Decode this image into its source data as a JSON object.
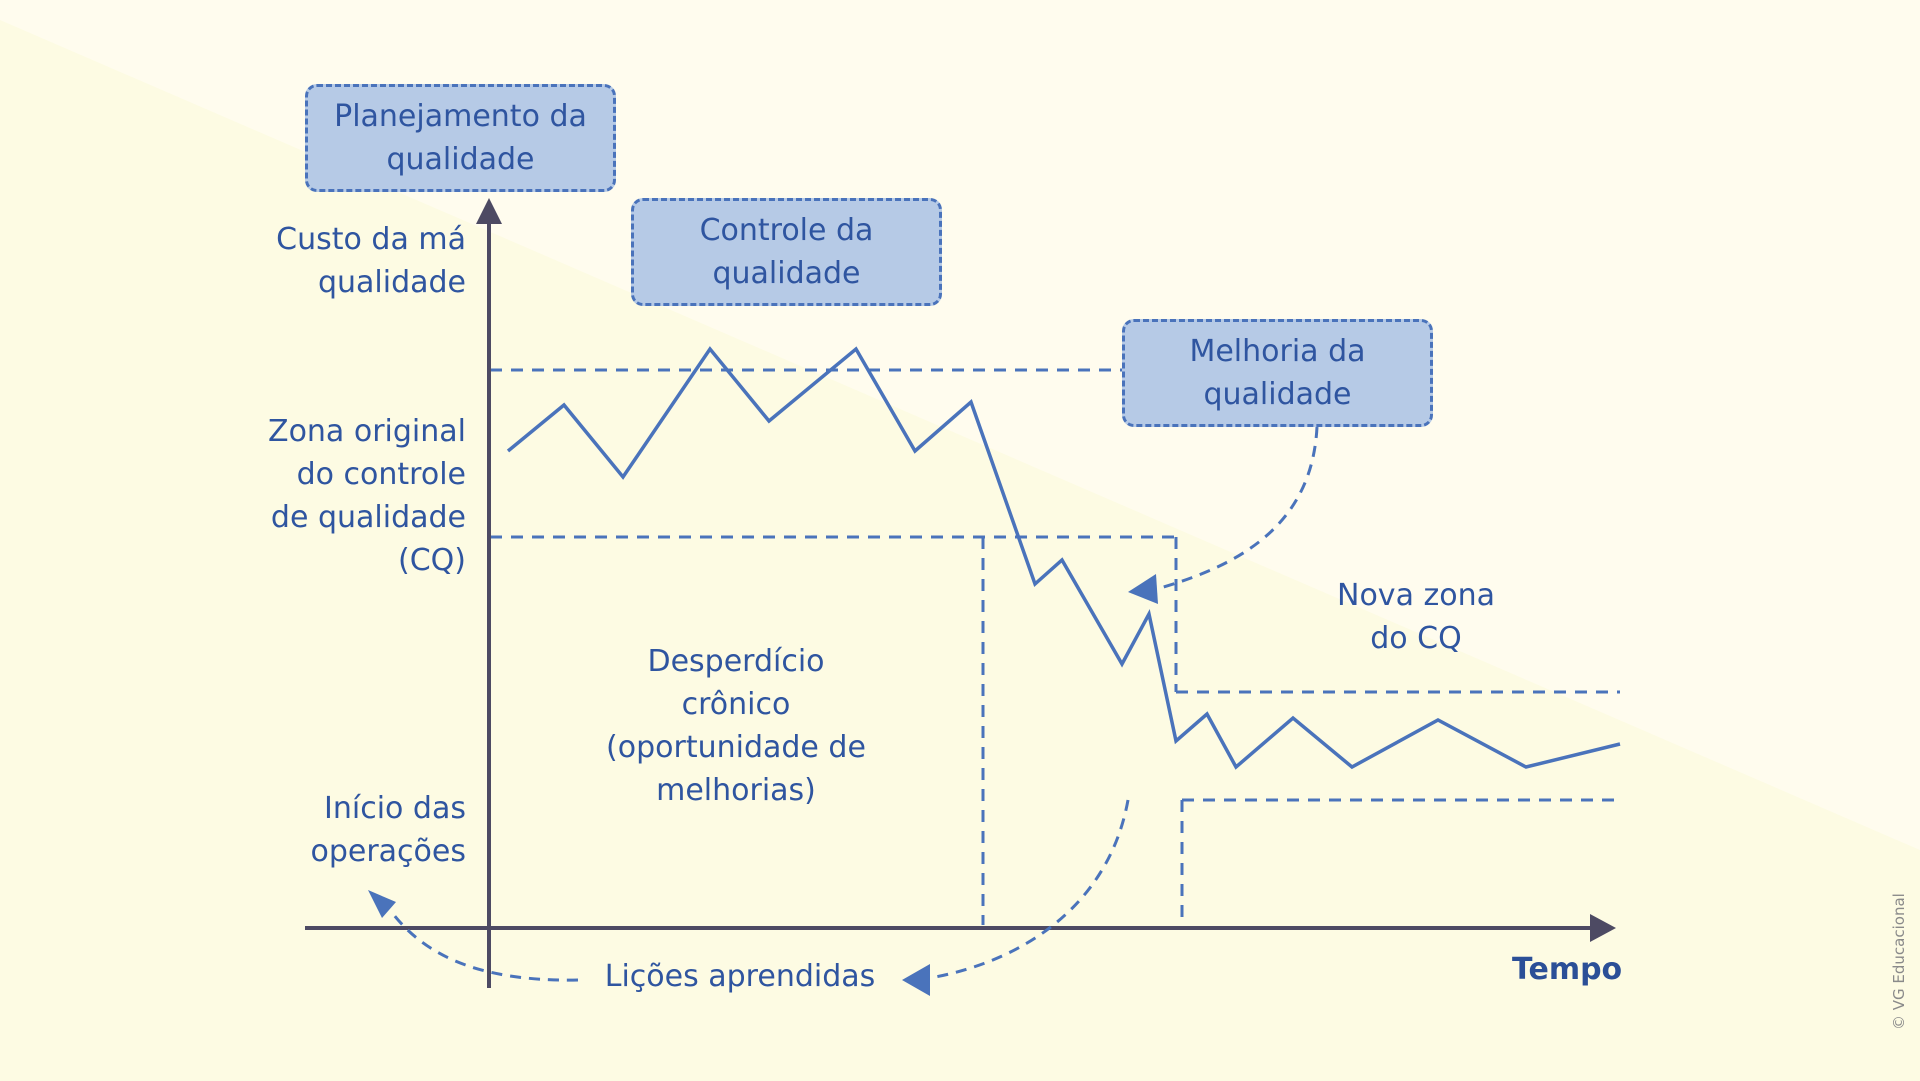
{
  "colors": {
    "background": "#fdfbe3",
    "background_light": "#fffdf0",
    "line": "#4a73bb",
    "axis": "#4d4a63",
    "box_fill": "#b6cae6",
    "text": "#2f55a0"
  },
  "boxes": {
    "planning": "Planejamento da\nqualidade",
    "control": "Controle da\nqualidade",
    "improvement": "Melhoria da\nqualidade"
  },
  "labels": {
    "y_axis": "Custo da má\nqualidade",
    "original_zone": "Zona original\ndo controle\nde qualidade\n(CQ)",
    "start_operations": "Início das\noperações",
    "chronic_waste": "Desperdício\ncrônico\n(oportunidade de\nmelhorias)",
    "new_zone": "Nova zona\ndo CQ",
    "lessons_learned": "Lições aprendidas",
    "x_axis": "Tempo"
  },
  "credit": "© VG Educacional"
}
